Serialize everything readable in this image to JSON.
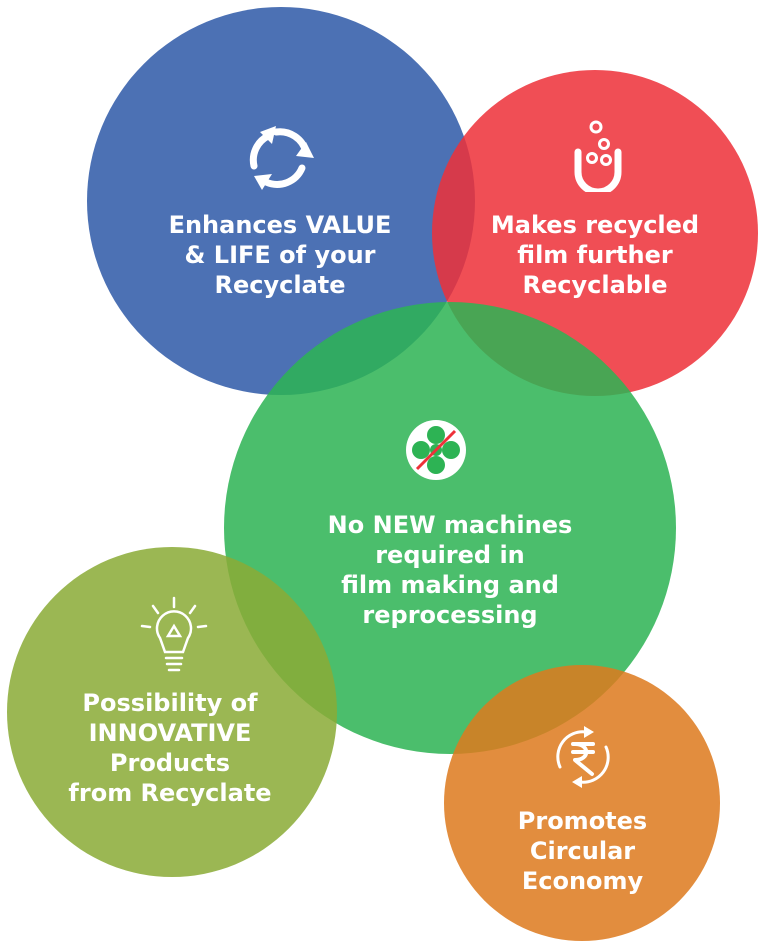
{
  "colors": {
    "blue": "#2f5aa8",
    "red": "#ee3139",
    "green": "#2db354",
    "olive": "#8bab37",
    "orange": "#dd7a1e"
  },
  "bubbles": [
    {
      "id": "blue",
      "icon": "recycle-arrows-icon",
      "lines": [
        "Enhances VALUE",
        "& LIFE of your",
        "Recyclate"
      ]
    },
    {
      "id": "red",
      "icon": "flask-bubbles-icon",
      "lines": [
        "Makes recycled",
        "film further",
        "Recyclable"
      ]
    },
    {
      "id": "green",
      "icon": "no-machine-icon",
      "lines": [
        "No NEW machines",
        "required in",
        "film making and",
        "reprocessing"
      ]
    },
    {
      "id": "olive",
      "icon": "lightbulb-recycle-icon",
      "lines": [
        "Possibility of",
        "INNOVATIVE",
        "Products",
        "from Recyclate"
      ]
    },
    {
      "id": "orange",
      "icon": "rupee-cycle-icon",
      "lines": [
        "Promotes",
        "Circular",
        "Economy"
      ]
    }
  ]
}
